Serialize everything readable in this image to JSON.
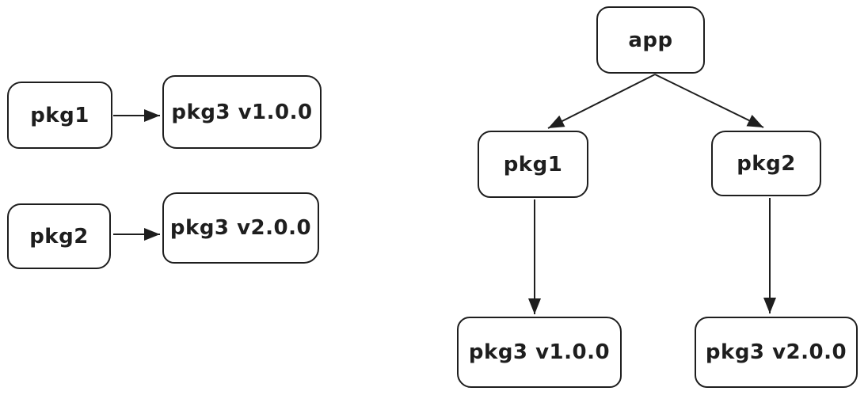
{
  "diagram": {
    "style": {
      "stroke_color": "#1e1e1e",
      "background_color": "#ffffff",
      "node_fill": "#ffffff"
    },
    "left_graph": {
      "description": "flat dependency pairs",
      "nodes": [
        {
          "id": "pkg1",
          "label": "pkg1"
        },
        {
          "id": "pkg3v1",
          "label": "pkg3 v1.0.0"
        },
        {
          "id": "pkg2",
          "label": "pkg2"
        },
        {
          "id": "pkg3v2",
          "label": "pkg3 v2.0.0"
        }
      ],
      "edges": [
        {
          "from": "pkg1",
          "to": "pkg3v1"
        },
        {
          "from": "pkg2",
          "to": "pkg3v2"
        }
      ]
    },
    "tree_graph": {
      "description": "app dependency tree",
      "nodes": [
        {
          "id": "app",
          "label": "app"
        },
        {
          "id": "pkg1",
          "label": "pkg1"
        },
        {
          "id": "pkg2",
          "label": "pkg2"
        },
        {
          "id": "pkg3v1",
          "label": "pkg3 v1.0.0"
        },
        {
          "id": "pkg3v2",
          "label": "pkg3 v2.0.0"
        }
      ],
      "edges": [
        {
          "from": "app",
          "to": "pkg1"
        },
        {
          "from": "app",
          "to": "pkg2"
        },
        {
          "from": "pkg1",
          "to": "pkg3v1"
        },
        {
          "from": "pkg2",
          "to": "pkg3v2"
        }
      ]
    }
  }
}
